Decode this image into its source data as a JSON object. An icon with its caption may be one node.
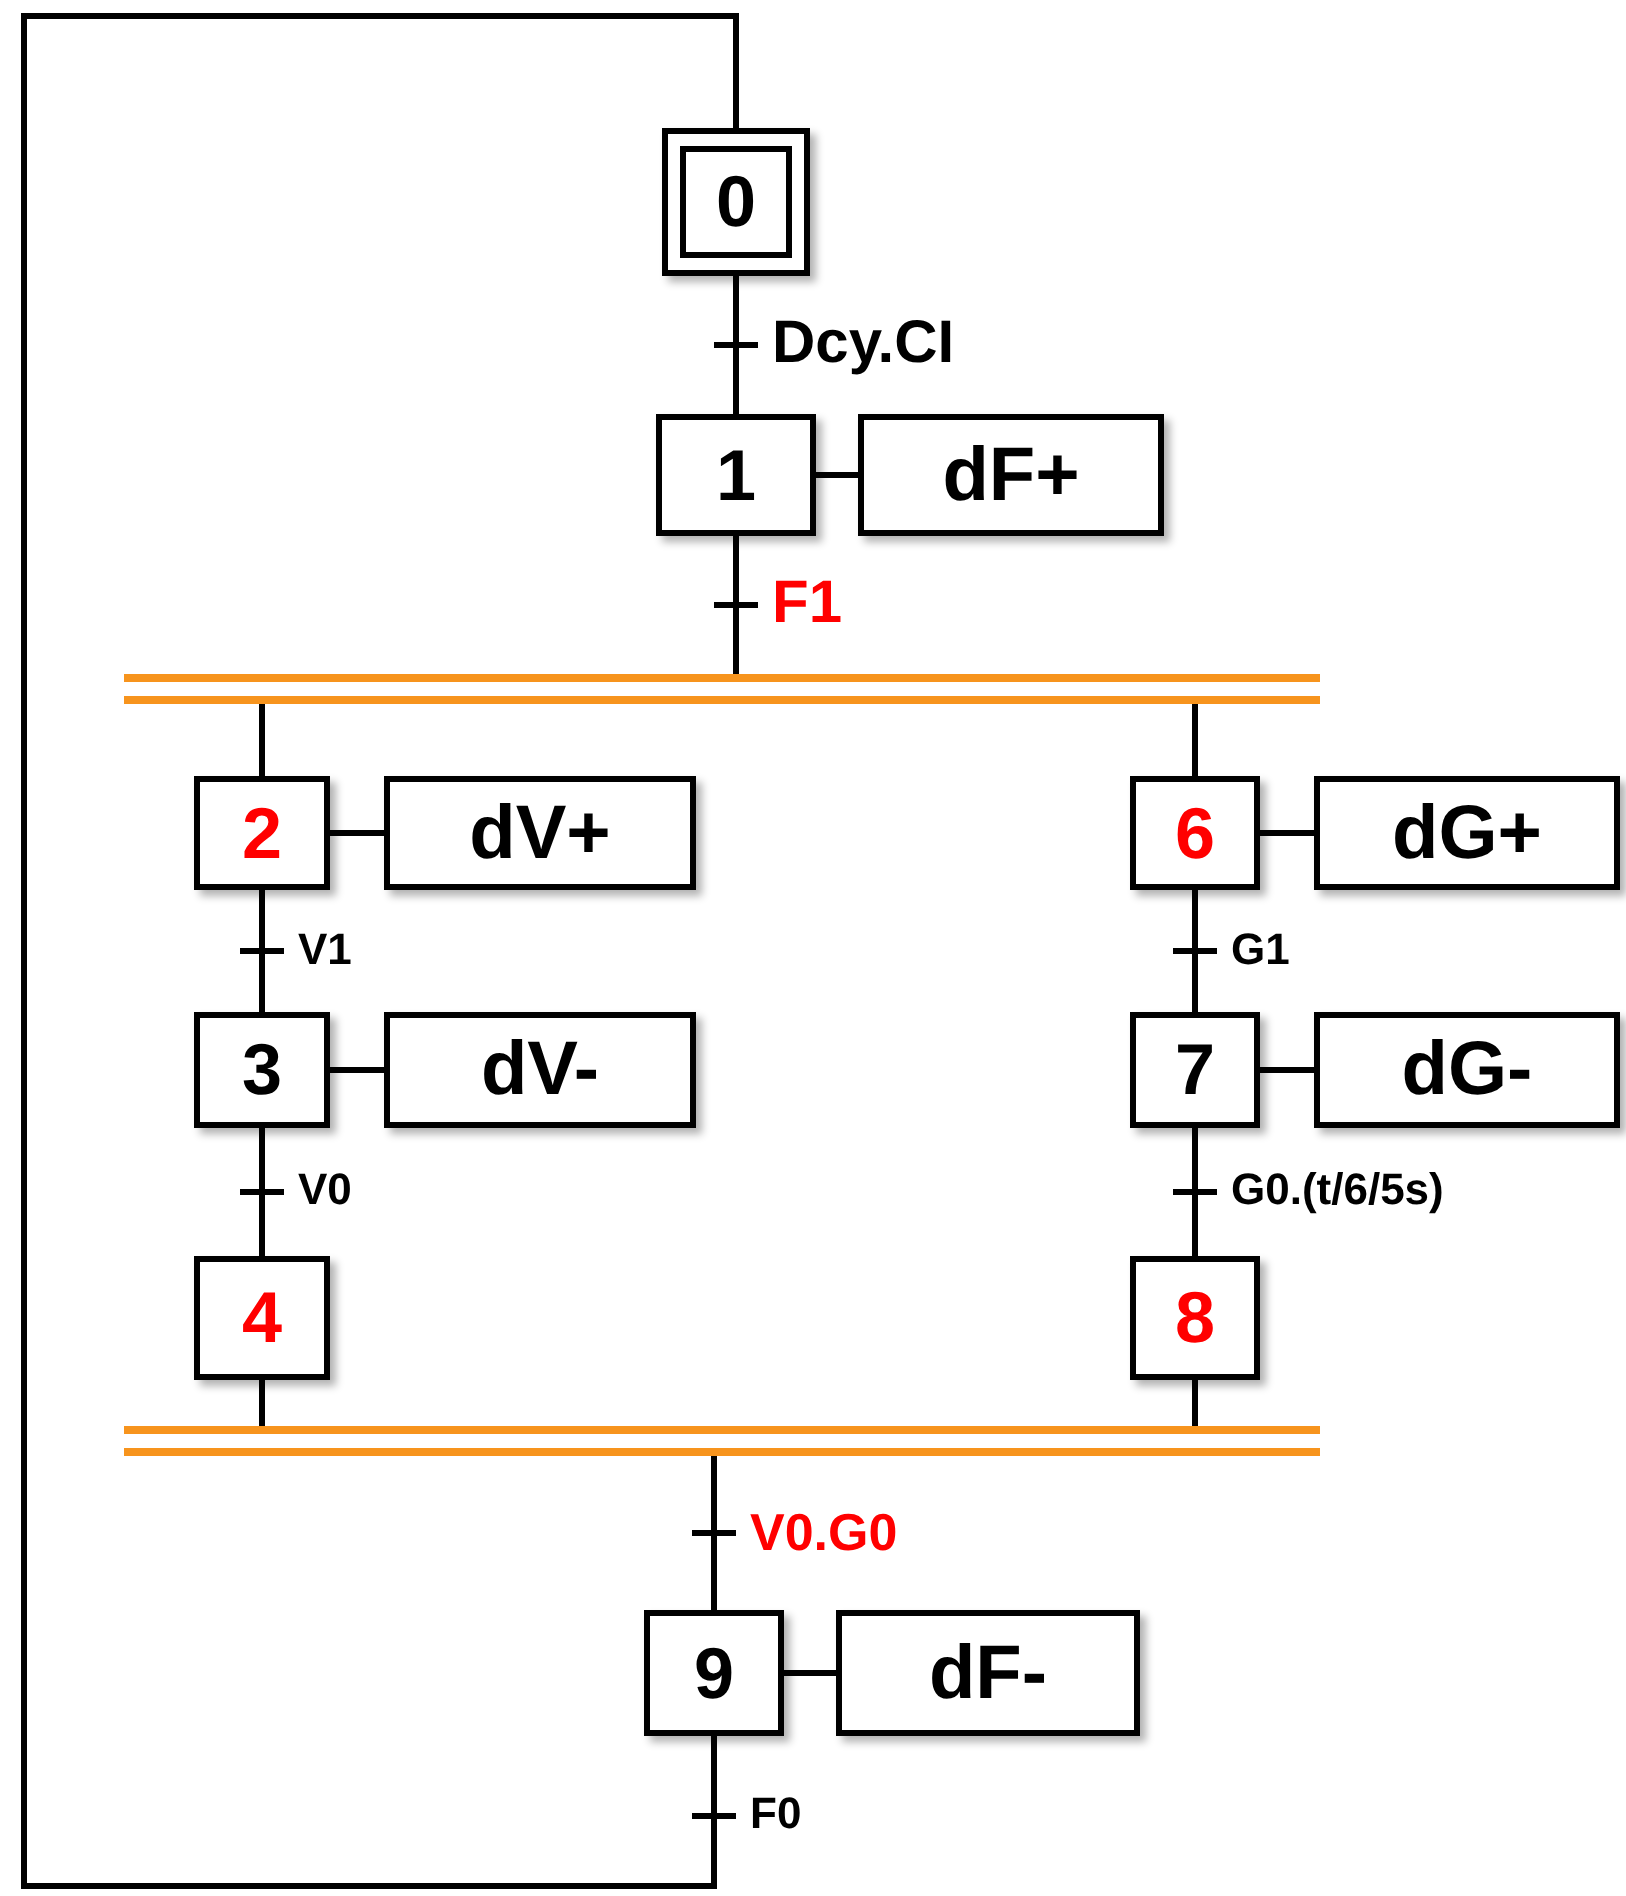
{
  "diagram": {
    "nodes": [
      {
        "text": [
          "0"
        ]
      },
      {
        "text": [
          "1"
        ]
      },
      {
        "text": [
          "dF+"
        ]
      },
      {
        "text": [],
        "shape": "bar"
      },
      {
        "text": [
          "2"
        ]
      },
      {
        "text": [
          "dV+"
        ]
      },
      {
        "text": [
          "3"
        ]
      },
      {
        "text": [
          "dV-"
        ]
      },
      {
        "text": [
          "4"
        ]
      },
      {
        "text": [
          "6"
        ]
      },
      {
        "text": [
          "dG+"
        ]
      },
      {
        "text": [
          "7"
        ]
      },
      {
        "text": [
          "dG-"
        ]
      },
      {
        "text": [
          "8"
        ]
      },
      {
        "text": [],
        "shape": "bar"
      },
      {
        "text": [
          "9"
        ]
      },
      {
        "text": [
          "dF-"
        ]
      }
    ],
    "edges": [
      {
        "from": 0,
        "to": 1,
        "arrow": "none",
        "label": "Dcy.CI"
      },
      {
        "from": 1,
        "to": 2,
        "arrow": "none"
      },
      {
        "from": 1,
        "to": 3,
        "arrow": "none",
        "label": "F1"
      },
      {
        "from": 3,
        "to": 4,
        "arrow": "none"
      },
      {
        "from": 4,
        "to": 5,
        "arrow": "none"
      },
      {
        "from": 4,
        "to": 6,
        "arrow": "none",
        "label": "V1"
      },
      {
        "from": 6,
        "to": 7,
        "arrow": "none"
      },
      {
        "from": 6,
        "to": 8,
        "arrow": "none",
        "label": "V0"
      },
      {
        "from": 8,
        "to": 14,
        "arrow": "none"
      },
      {
        "from": 3,
        "to": 9,
        "arrow": "none"
      },
      {
        "from": 9,
        "to": 10,
        "arrow": "none"
      },
      {
        "from": 9,
        "to": 11,
        "arrow": "none",
        "label": "G1"
      },
      {
        "from": 11,
        "to": 12,
        "arrow": "none"
      },
      {
        "from": 11,
        "to": 13,
        "arrow": "none",
        "label": "G0.(t/6/5s)"
      },
      {
        "from": 13,
        "to": 14,
        "arrow": "none"
      },
      {
        "from": 14,
        "to": 15,
        "arrow": "none",
        "label": "V0.G0"
      },
      {
        "from": 15,
        "to": 16,
        "arrow": "none"
      },
      {
        "from": 15,
        "to": 0,
        "arrow": "none",
        "label": "F0"
      }
    ]
  }
}
